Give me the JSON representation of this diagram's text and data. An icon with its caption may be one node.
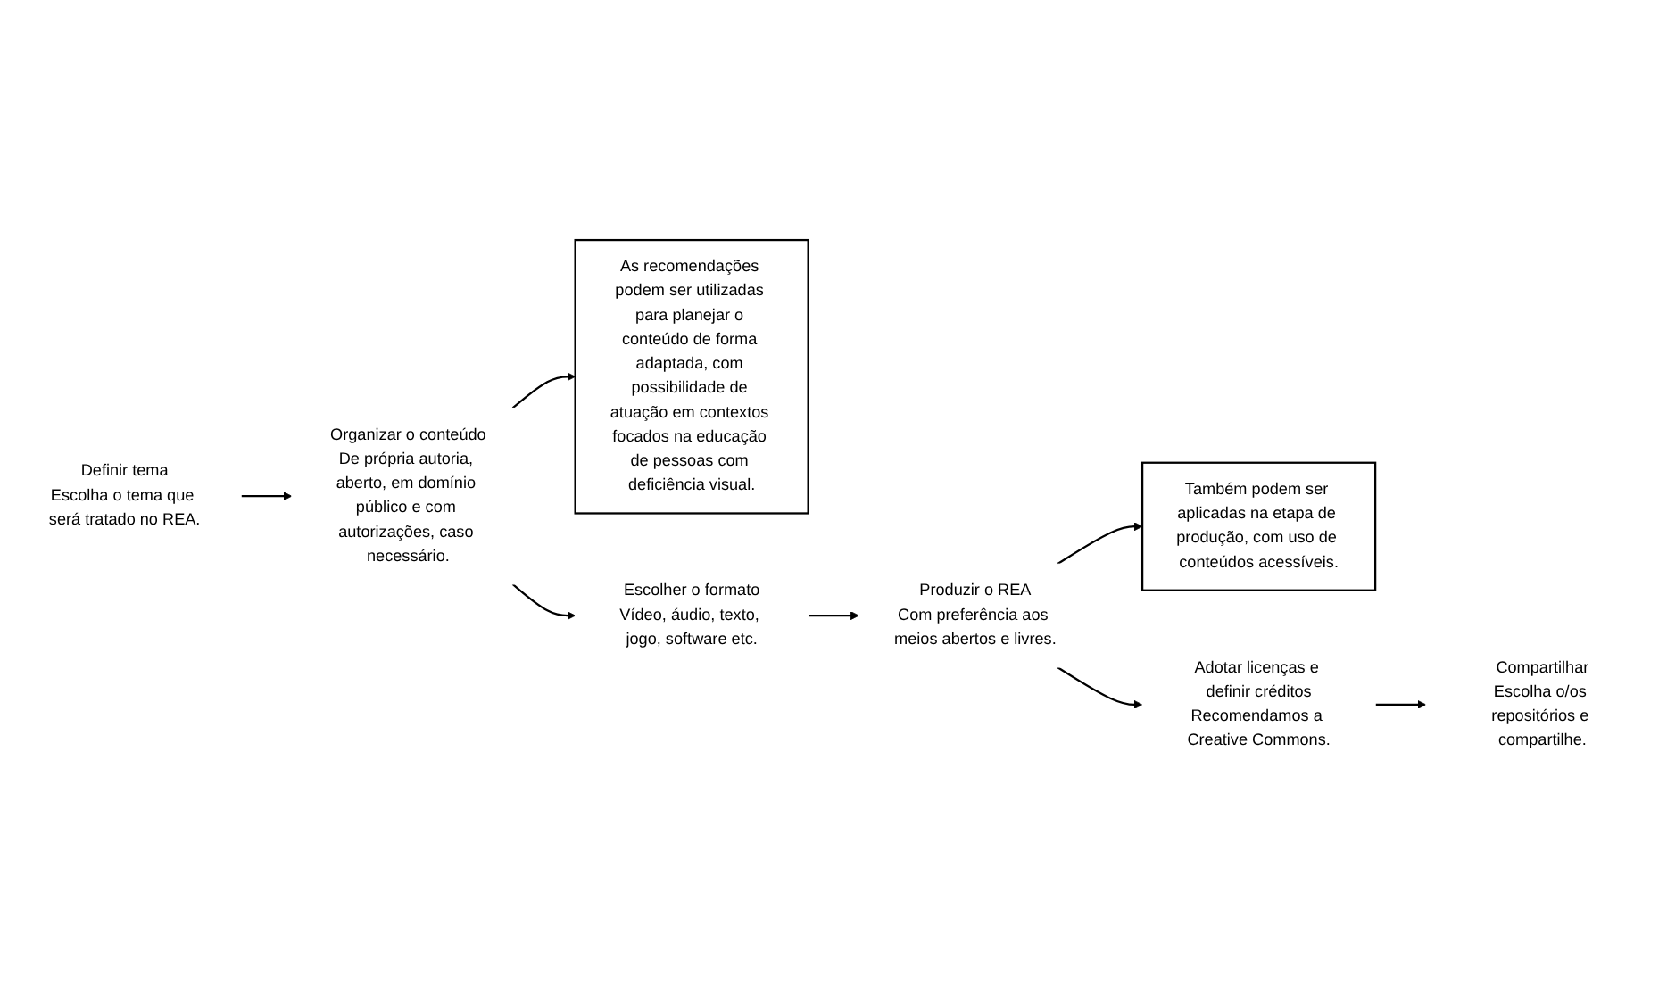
{
  "diagram": {
    "nodes": [
      {
        "text": [
          "As recomendações podem ser utilizadas para planejar o conteúdo de forma adaptada, com possibilidade de atuação em contextos focados na educação de pessoas com deficiência visual."
        ]
      },
      {
        "text": [
          "Também podem ser aplicadas na etapa de produção, com uso de conteúdos acessíveis."
        ]
      },
      {
        "text": [
          "Definir tema",
          "Escolha o tema que será tratado no REA."
        ]
      },
      {
        "text": [
          "Organizar o conteúdo",
          "De própria autoria, aberto, em domínio público e com autorizações, caso necessário."
        ]
      },
      {
        "text": [
          "Escolher o formato",
          "Vídeo, áudio, texto, jogo, software etc."
        ]
      },
      {
        "text": [
          "Produzir o REA",
          "Com preferência aos meios abertos e livres."
        ]
      },
      {
        "text": [
          "Adotar licenças e definir créditos",
          "Recomendamos a Creative Commons."
        ]
      },
      {
        "text": [
          "Compartilhar",
          "Escolha o/os repositórios e compartilhe."
        ]
      }
    ],
    "edges": [
      {
        "from": 2,
        "to": 3,
        "arrow": "to"
      },
      {
        "from": 3,
        "to": 0,
        "arrow": "to"
      },
      {
        "from": 3,
        "to": 4,
        "arrow": "to"
      },
      {
        "from": 4,
        "to": 5,
        "arrow": "to"
      },
      {
        "from": 5,
        "to": 1,
        "arrow": "to"
      },
      {
        "from": 5,
        "to": 6,
        "arrow": "to"
      },
      {
        "from": 6,
        "to": 7,
        "arrow": "to"
      }
    ]
  }
}
